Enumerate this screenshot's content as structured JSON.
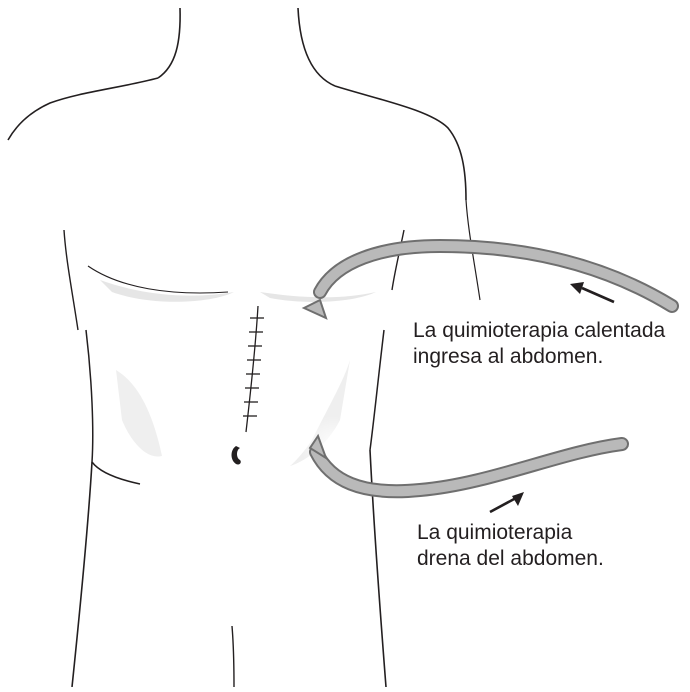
{
  "annotations": {
    "inflow": {
      "line1": "La quimioterapia calentada",
      "line2": "ingresa al abdomen."
    },
    "outflow": {
      "line1": "La quimioterapia",
      "line2": "drena del abdomen."
    }
  },
  "colors": {
    "outline": "#231f20",
    "body_fill": "#ffffff",
    "shading": "#ececec",
    "tube_fill": "#b9b9b9",
    "tube_edge": "#6f6f6f",
    "arrow": "#231f20"
  }
}
